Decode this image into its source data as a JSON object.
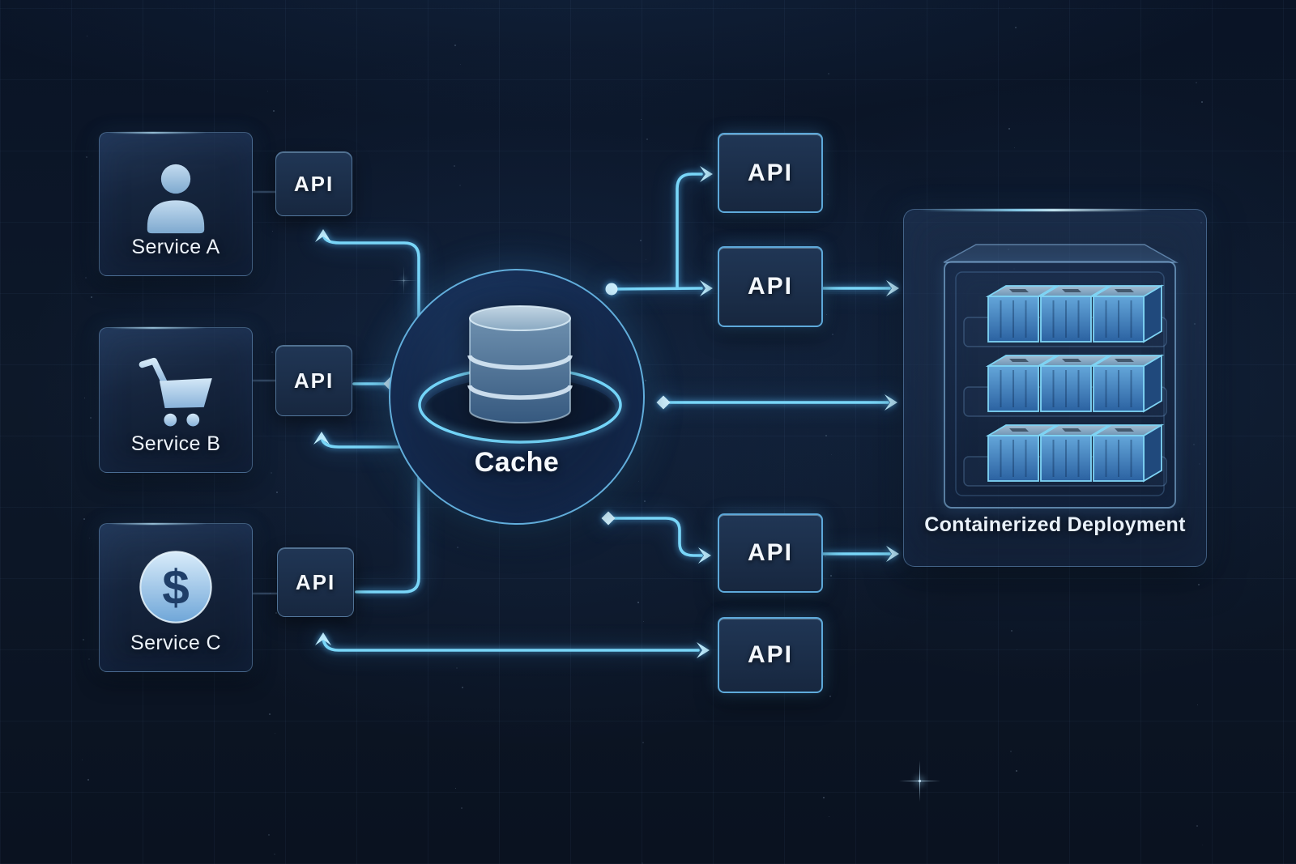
{
  "services": [
    {
      "label": "Service A",
      "icon": "user-icon"
    },
    {
      "label": "Service B",
      "icon": "cart-icon"
    },
    {
      "label": "Service C",
      "icon": "dollar-icon"
    }
  ],
  "left_apis": [
    {
      "label": "API"
    },
    {
      "label": "API"
    },
    {
      "label": "API"
    }
  ],
  "right_apis": [
    {
      "label": "API"
    },
    {
      "label": "API"
    },
    {
      "label": "API"
    },
    {
      "label": "API"
    }
  ],
  "cache": {
    "label": "Cache",
    "icon": "database-icon"
  },
  "deployment": {
    "label": "Containerized Deployment",
    "grid": {
      "rows": 3,
      "cols": 3
    }
  },
  "colors": {
    "background": "#0b1424",
    "accent_line": "#79d6f8",
    "arrow": "#bfeeff",
    "node": "#d4f4ff",
    "box_fill": "#17273f",
    "box_border": "#6abef3",
    "cube_front": "#3f7cb8",
    "cube_top": "#8fb0c9",
    "text": "#eef4fb"
  }
}
